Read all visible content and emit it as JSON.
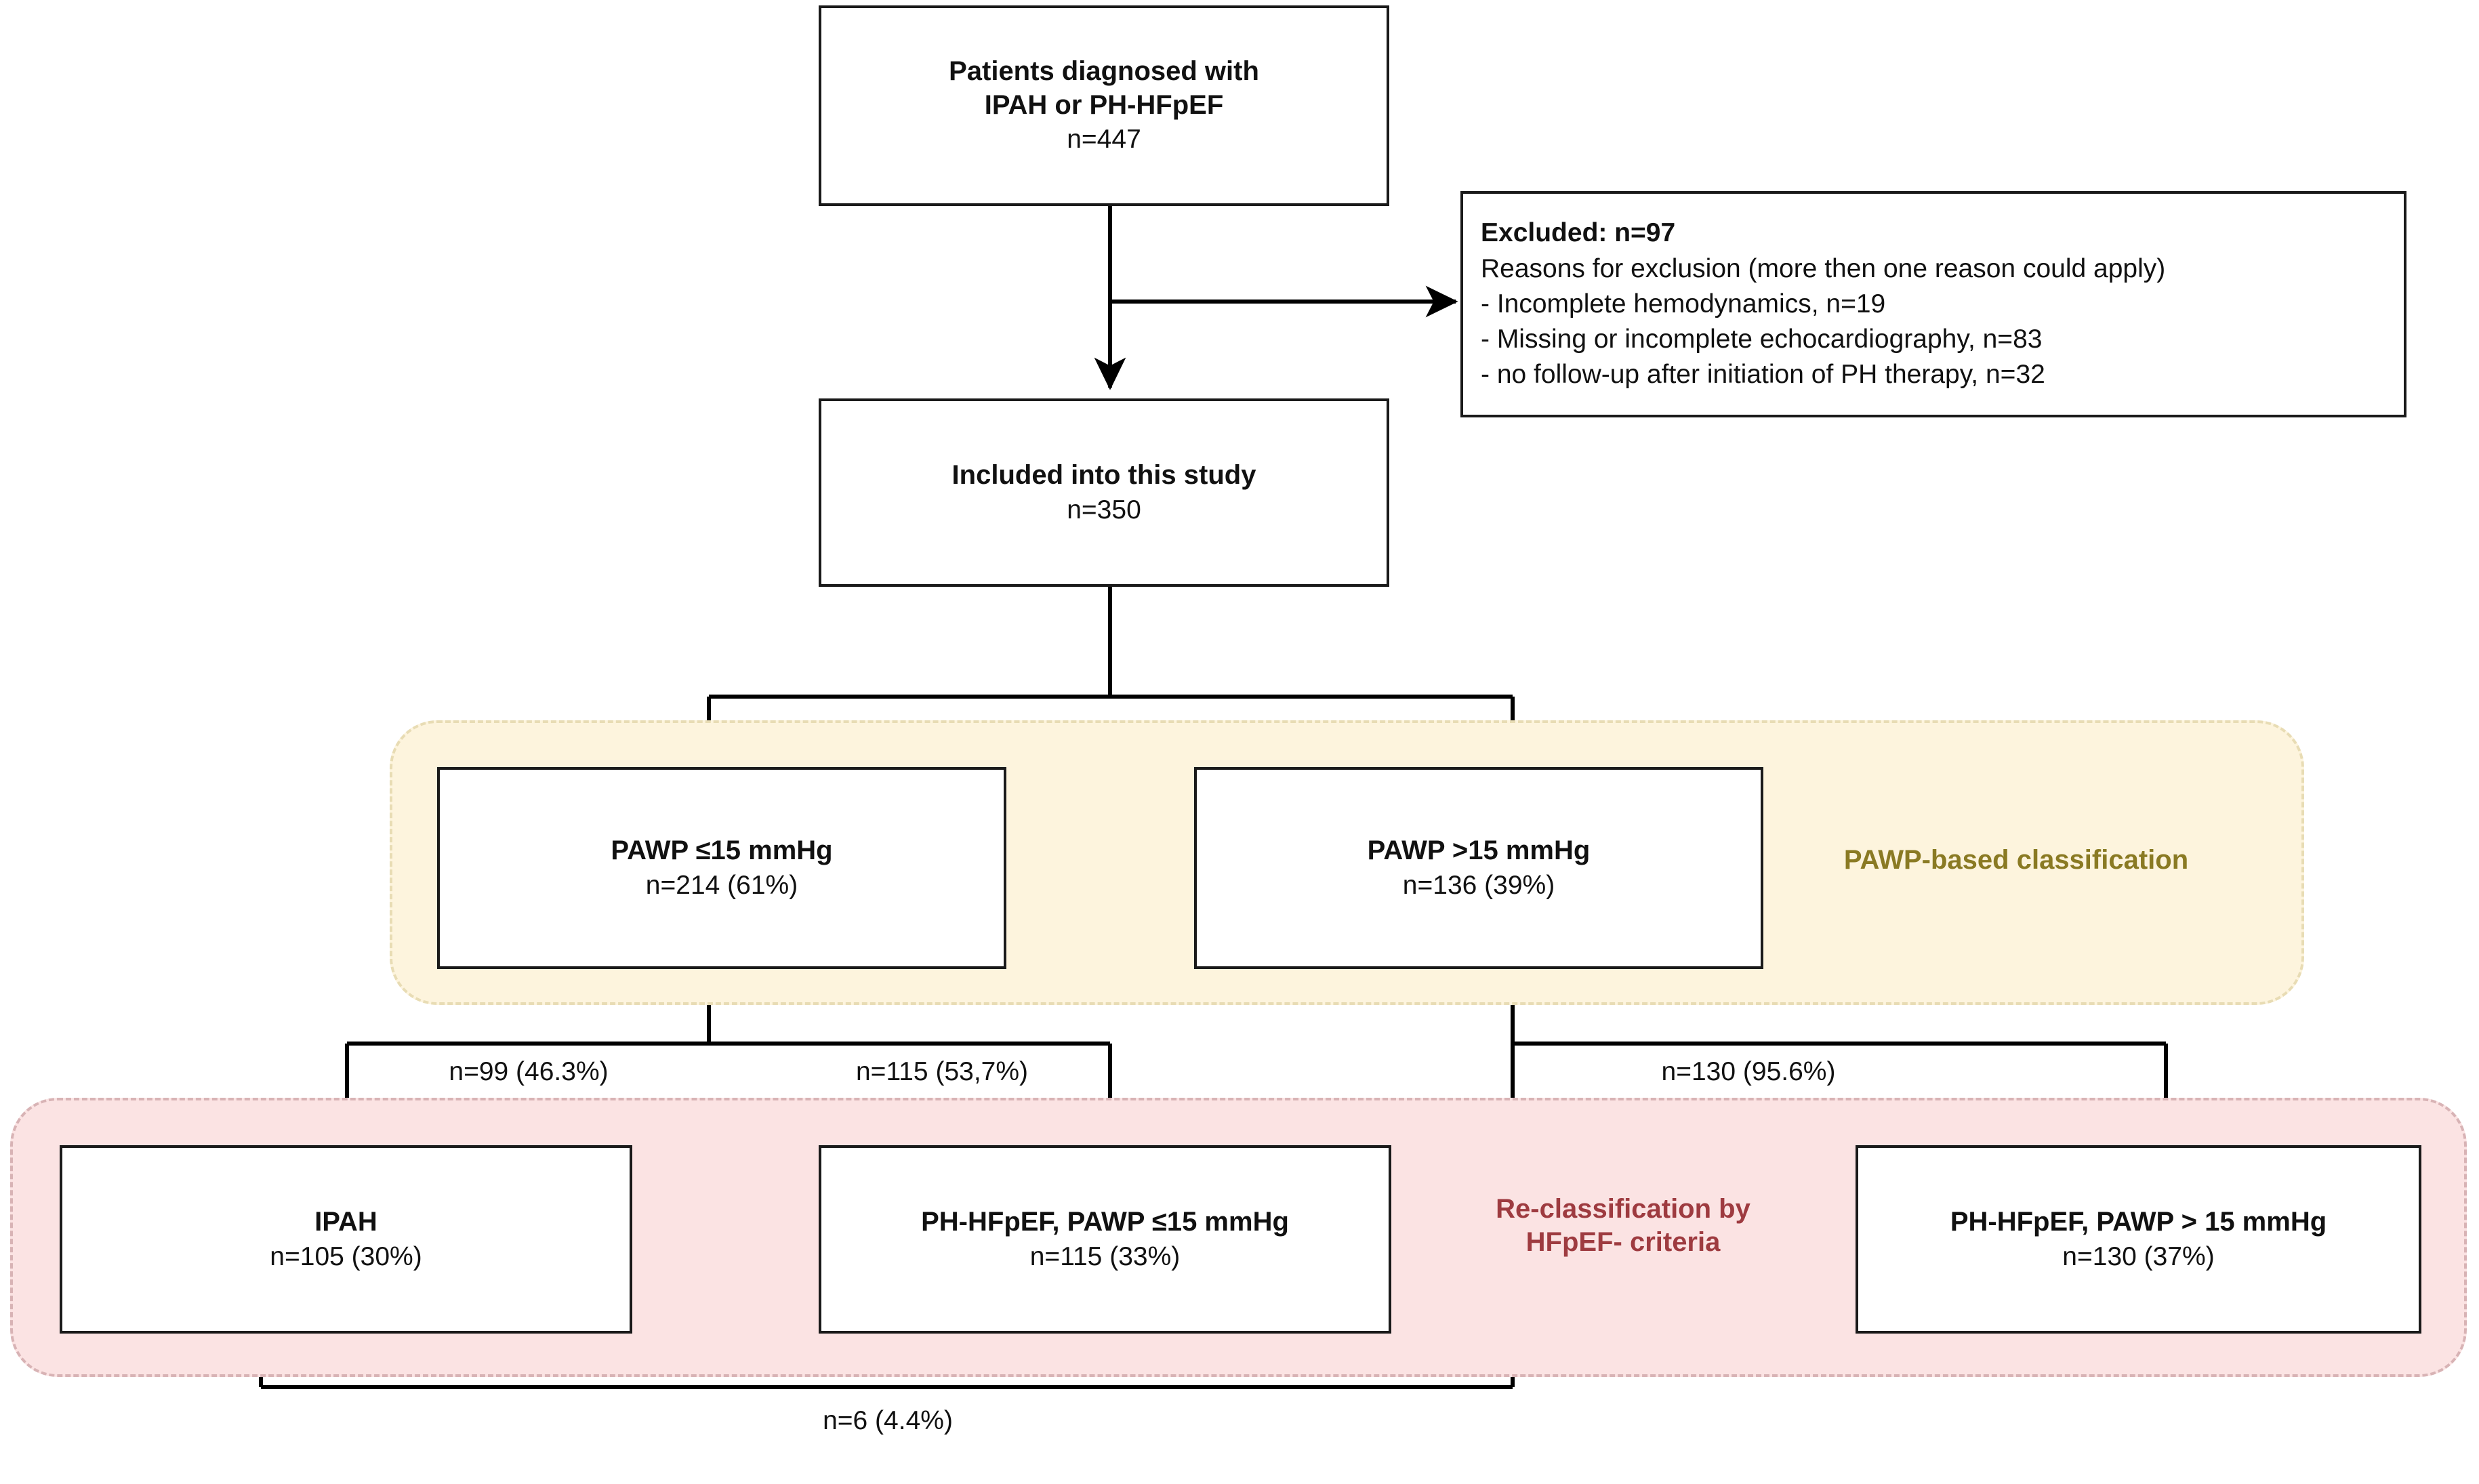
{
  "diagram": {
    "type": "study-flow-chart",
    "colors": {
      "pawp_band_fill": "#fdf4dd",
      "pawp_band_border": "#e8dcb4",
      "pawp_band_text": "#8a7a23",
      "reclass_band_fill": "#fbe3e3",
      "reclass_band_border": "#d8b3b5",
      "reclass_band_text": "#9e3b40",
      "box_border": "#1a1a1a",
      "box_fill": "#ffffff",
      "connector": "#000000"
    },
    "nodes": {
      "diagnosed": {
        "title": "Patients diagnosed with\nIPAH or PH-HFpEF",
        "count": "n=447"
      },
      "excluded": {
        "heading": "Excluded: n=97",
        "subheading": "Reasons for exclusion (more then one reason could apply)",
        "reasons": [
          "- Incomplete hemodynamics, n=19",
          "- Missing or incomplete echocardiography, n=83",
          "- no follow-up after initiation of PH therapy, n=32"
        ]
      },
      "included": {
        "title": "Included into this study",
        "count": "n=350"
      },
      "pawp_low": {
        "title": "PAWP ≤15 mmHg",
        "count": "n=214 (61%)"
      },
      "pawp_high": {
        "title": "PAWP >15 mmHg",
        "count": "n=136 (39%)"
      },
      "ipah": {
        "title": "IPAH",
        "count": "n=105 (30%)"
      },
      "hfpef_low": {
        "title": "PH-HFpEF, PAWP ≤15 mmHg",
        "count": "n=115 (33%)"
      },
      "hfpef_high": {
        "title": "PH-HFpEF, PAWP > 15 mmHg",
        "count": "n=130 (37%)"
      }
    },
    "bands": {
      "pawp": {
        "label": "PAWP-based classification"
      },
      "reclass": {
        "label": "Re-classification by\nHFpEF- criteria"
      }
    },
    "edges": {
      "low_to_ipah": "n=99 (46.3%)",
      "low_to_hfpef_low": "n=115 (53,7%)",
      "high_to_hfpef_high": "n=130 (95.6%)",
      "high_to_ipah": "n=6 (4.4%)"
    }
  }
}
